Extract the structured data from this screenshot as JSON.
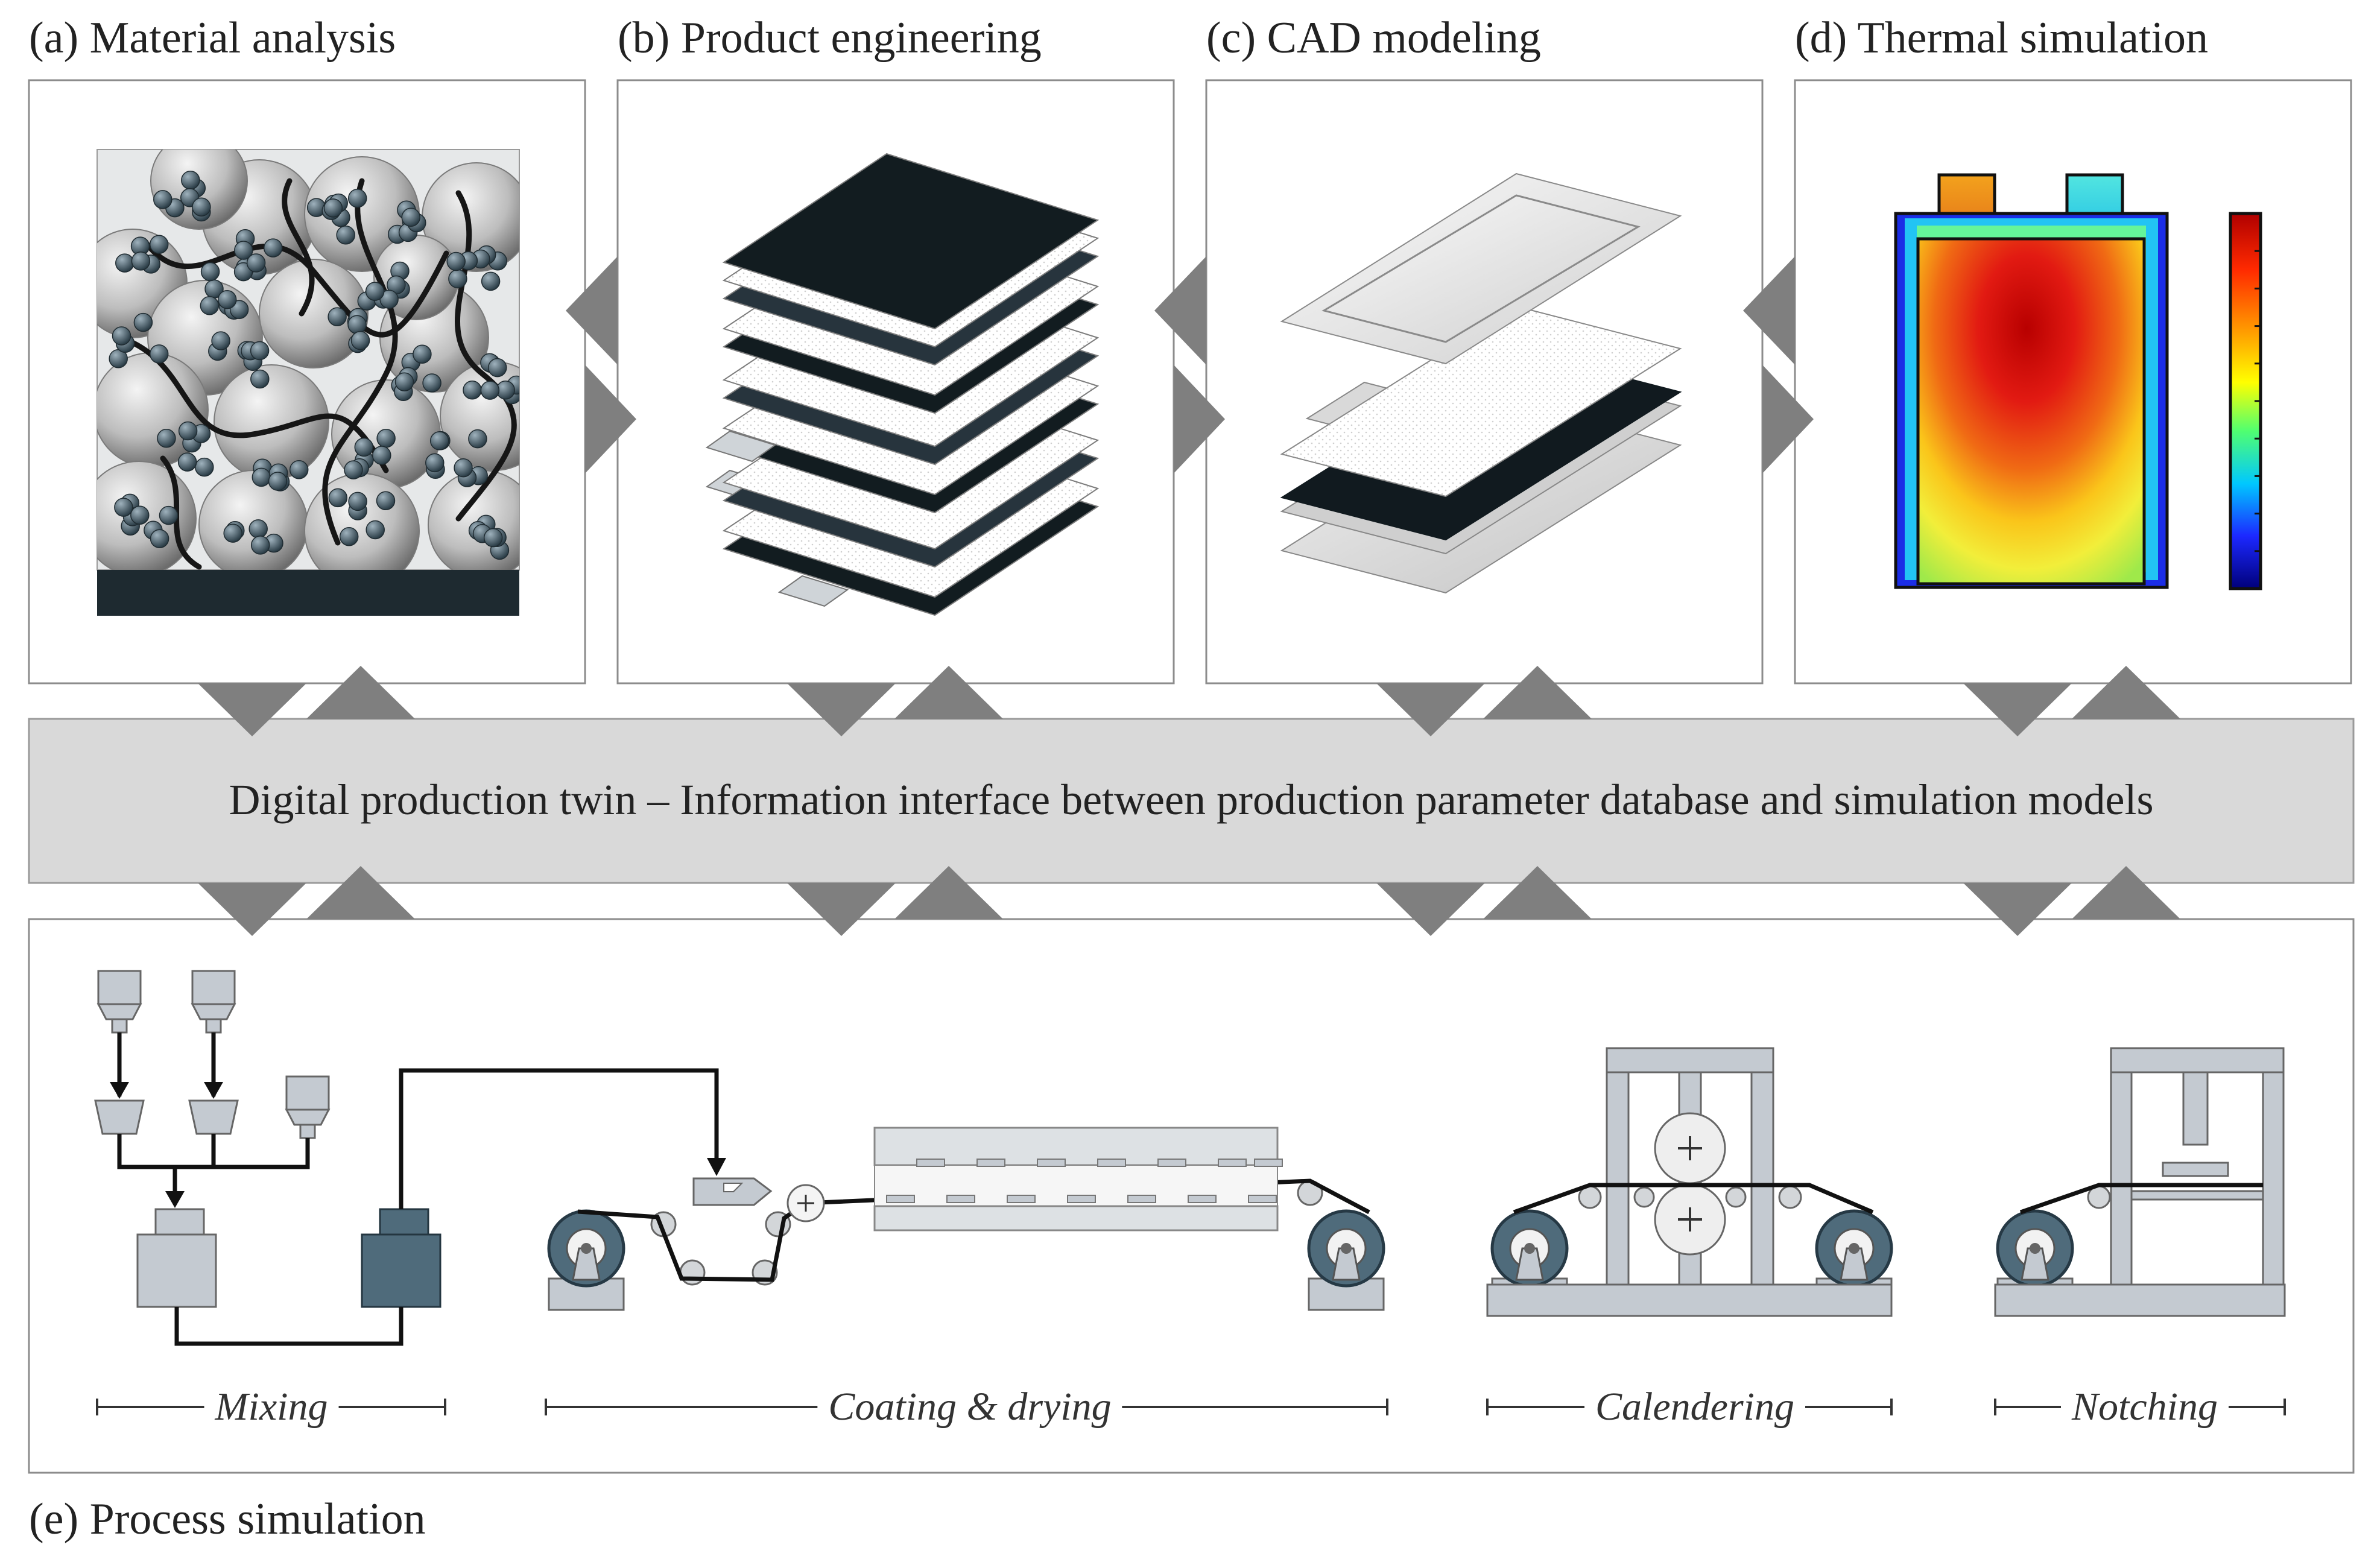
{
  "panels": {
    "a": {
      "label": "(a) Material analysis"
    },
    "b": {
      "label": "(b) Product engineering"
    },
    "c": {
      "label": "(c) CAD modeling"
    },
    "d": {
      "label": "(d) Thermal simulation"
    },
    "e": {
      "label": "(e) Process simulation"
    }
  },
  "twin": {
    "text": "Digital production twin – Information interface between production parameter database and simulation models"
  },
  "process_steps": [
    {
      "label": "Mixing"
    },
    {
      "label": "Coating & drying"
    },
    {
      "label": "Calendering"
    },
    {
      "label": "Notching"
    }
  ],
  "colors": {
    "arrow": "#7f7f7f",
    "panel_border": "#8c8c8c",
    "twin_band": "#d9d9d9",
    "dark_layer": "#121c20",
    "slate": "#27343d",
    "machine_gray": "#c4cad1",
    "machine_teal": "#4f6b7b"
  }
}
